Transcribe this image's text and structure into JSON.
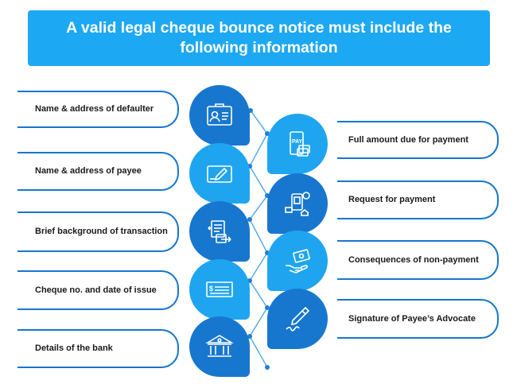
{
  "title": {
    "line1": "A valid legal cheque bounce notice must include the",
    "line2": "following information"
  },
  "left_items": [
    {
      "label": "Name & address of defaulter",
      "icon": "id-card-icon"
    },
    {
      "label": "Name & address of payee",
      "icon": "card-edit-icon"
    },
    {
      "label": "Brief background of transaction",
      "icon": "document-transfer-icon"
    },
    {
      "label": "Cheque no. and date of issue",
      "icon": "cheque-icon"
    },
    {
      "label": "Details of the bank",
      "icon": "bank-icon"
    }
  ],
  "right_items": [
    {
      "label": "Full amount due for payment",
      "icon": "mobile-pay-icon"
    },
    {
      "label": "Request for payment",
      "icon": "payment-request-icon"
    },
    {
      "label": "Consequences of non-payment",
      "icon": "hand-money-icon"
    },
    {
      "label": "Signature of Payee’s Advocate",
      "icon": "pen-signature-icon"
    }
  ],
  "colors": {
    "title_bg": "#1da8f3",
    "dark_blue": "#1777cf",
    "light_blue": "#1fa5ef",
    "connector": "#3da0e8"
  }
}
